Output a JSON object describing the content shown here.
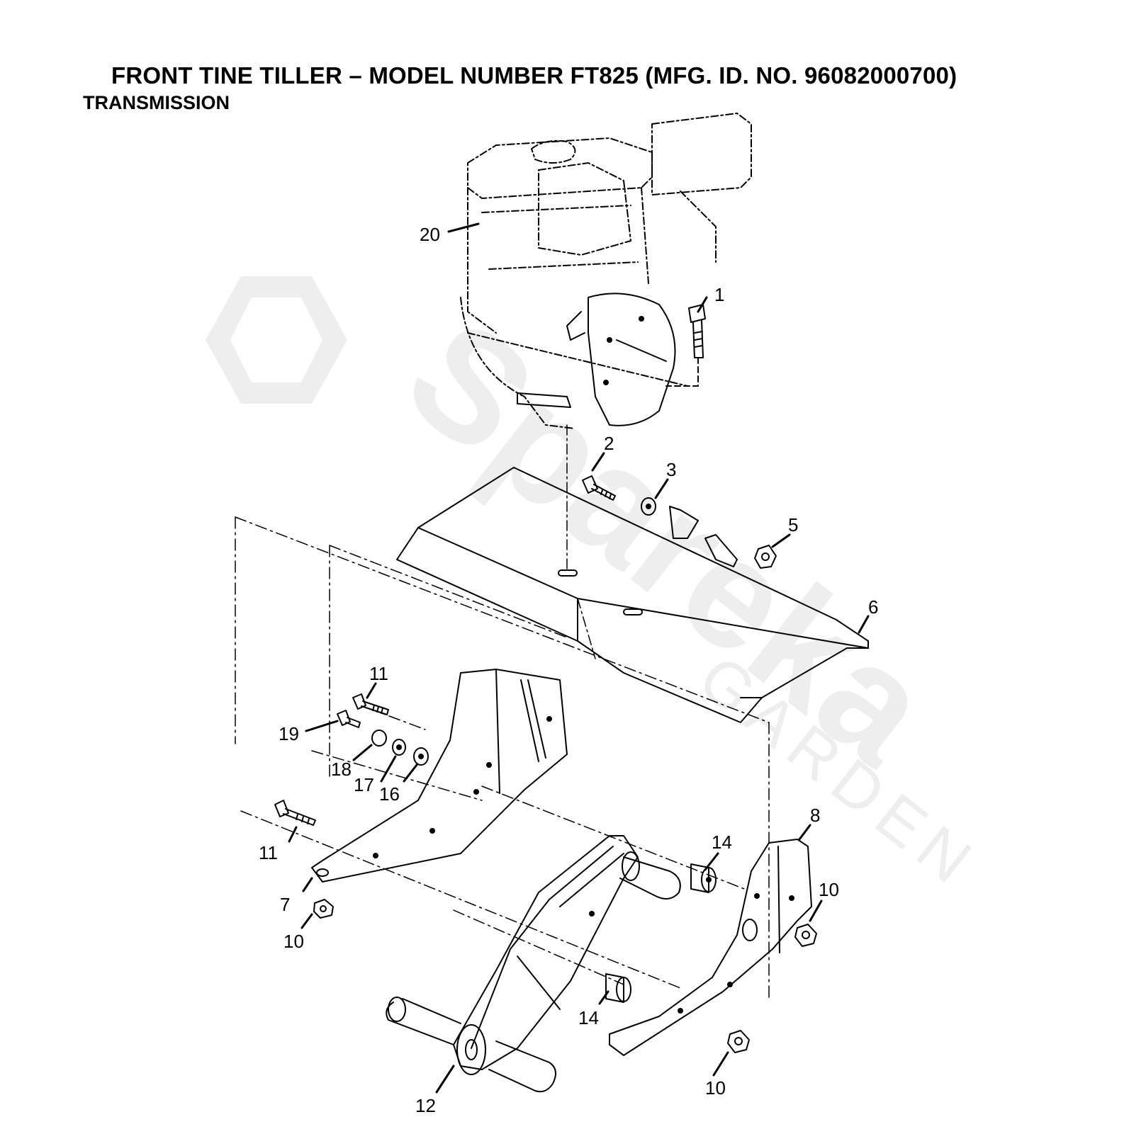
{
  "title": "FRONT TINE TILLER – MODEL NUMBER FT825 (MFG. ID. NO. 96082000700)",
  "subtitle": "TRANSMISSION",
  "watermark": {
    "brand": "Spareka",
    "sub": "GARDEN",
    "color": "#ececec"
  },
  "callouts": {
    "c1": "1",
    "c2": "2",
    "c3": "3",
    "c5": "5",
    "c6": "6",
    "c7": "7",
    "c8": "8",
    "c10a": "10",
    "c10b": "10",
    "c10c": "10",
    "c11a": "11",
    "c11b": "11",
    "c12": "12",
    "c14a": "14",
    "c14b": "14",
    "c16": "16",
    "c17": "17",
    "c18": "18",
    "c19": "19",
    "c20": "20"
  }
}
